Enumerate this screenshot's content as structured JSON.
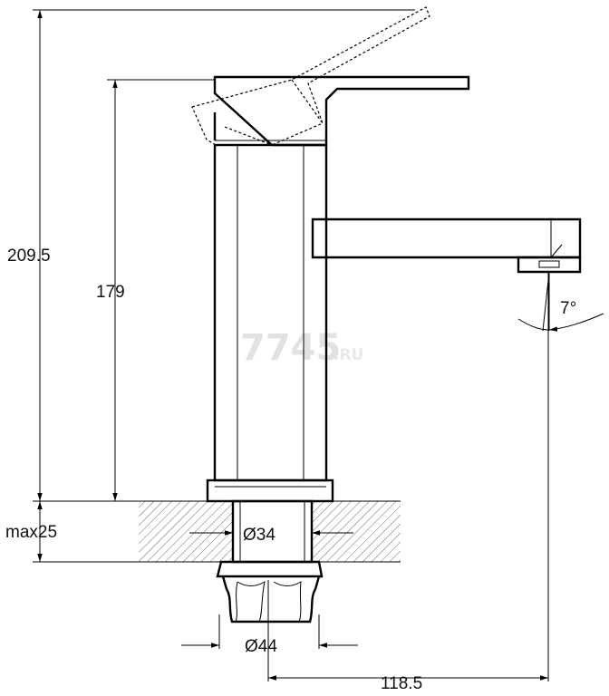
{
  "dimensions": {
    "total_height": "209.5",
    "body_height": "179",
    "max_thickness": "max25",
    "inner_diameter": "Ø34",
    "outer_diameter": "Ø44",
    "spout_reach": "118.5",
    "spout_angle": "7°"
  },
  "watermark": {
    "brand": "7745",
    "suffix": ".RU"
  }
}
